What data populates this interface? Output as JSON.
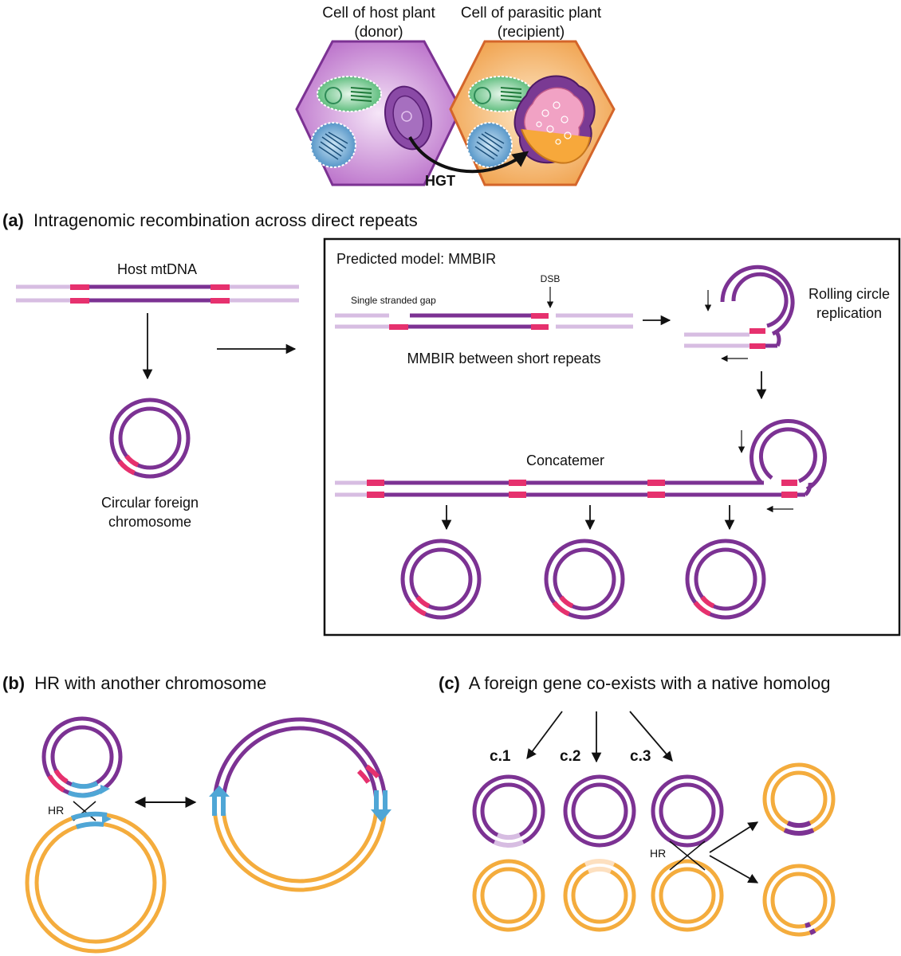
{
  "colors": {
    "purple": "#7c3293",
    "light_purple": "#d7bde2",
    "pink": "#e6316e",
    "orange": "#f4ac3d",
    "blue": "#4fa6d6",
    "donor_cell": "#c57fd1",
    "recipient_cell": "#f3ad5d"
  },
  "top": {
    "donor_label_line1": "Cell of host plant",
    "donor_label_line2": "(donor)",
    "recipient_label_line1": "Cell of parasitic plant",
    "recipient_label_line2": "(recipient)",
    "hgt_label": "HGT"
  },
  "panel_a": {
    "letter": "(a)",
    "title": "Intragenomic recombination across direct repeats",
    "host_mtdna": "Host mtDNA",
    "circular_line1": "Circular foreign",
    "circular_line2": "chromosome",
    "box_title": "Predicted model: MMBIR",
    "single_stranded_gap": "Single stranded gap",
    "dsb": "DSB",
    "mmbir_between": "MMBIR between short repeats",
    "rolling_line1": "Rolling circle",
    "rolling_line2": "replication",
    "concatemer": "Concatemer"
  },
  "panel_b": {
    "letter": "(b)",
    "title": "HR with another chromosome",
    "hr": "HR"
  },
  "panel_c": {
    "letter": "(c)",
    "title": "A foreign gene co-exists with a native homolog",
    "c1": "c.1",
    "c2": "c.2",
    "c3": "c.3",
    "hr": "HR"
  }
}
